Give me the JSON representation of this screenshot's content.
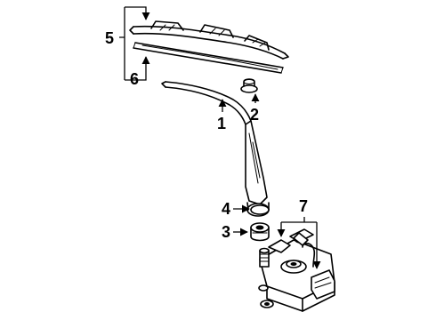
{
  "diagram": {
    "callouts": [
      {
        "id": "c1",
        "label": "1",
        "part": "wiper-arm"
      },
      {
        "id": "c2",
        "label": "2",
        "part": "arm-cap"
      },
      {
        "id": "c3",
        "label": "3",
        "part": "pivot-bushing"
      },
      {
        "id": "c4",
        "label": "4",
        "part": "pivot-nut"
      },
      {
        "id": "c5",
        "label": "5",
        "part": "wiper-blade-assembly"
      },
      {
        "id": "c6",
        "label": "6",
        "part": "blade-insert"
      },
      {
        "id": "c7",
        "label": "7",
        "part": "wiper-motor"
      }
    ]
  }
}
